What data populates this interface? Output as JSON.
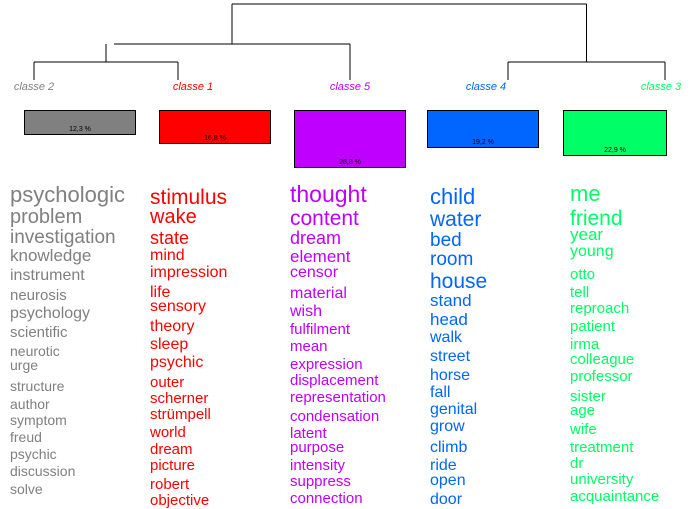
{
  "chart_data": {
    "type": "dendrogram",
    "tree_order": [
      "classe 2",
      "classe 1",
      "classe 5",
      "classe 4",
      "classe 3"
    ],
    "classes": [
      {
        "id": "classe 2",
        "label": "classe  2",
        "percent": 12.3,
        "percent_label": "12,3 %",
        "color": "#808080",
        "words": [
          "psychologic",
          "problem",
          "investigation",
          "knowledge",
          "instrument",
          "neurosis",
          "psychology",
          "scientific",
          "neurotic",
          "urge",
          "structure",
          "author",
          "symptom",
          "freud",
          "psychic",
          "discussion",
          "solve"
        ]
      },
      {
        "id": "classe 1",
        "label": "classe  1",
        "percent": 16.8,
        "percent_label": "16,8 %",
        "color": "#ff0000",
        "words": [
          "stimulus",
          "wake",
          "state",
          "mind",
          "impression",
          "life",
          "sensory",
          "theory",
          "sleep",
          "psychic",
          "outer",
          "scherner",
          "strümpell",
          "world",
          "dream",
          "picture",
          "robert",
          "objective"
        ]
      },
      {
        "id": "classe 5",
        "label": "classe  5",
        "percent": 28.8,
        "percent_label": "28,8 %",
        "color": "#bf00ff",
        "words": [
          "thought",
          "content",
          "dream",
          "element",
          "censor",
          "material",
          "wish",
          "fulfilment",
          "mean",
          "expression",
          "displacement",
          "representation",
          "condensation",
          "latent",
          "purpose",
          "intensity",
          "suppress",
          "connection"
        ]
      },
      {
        "id": "classe 4",
        "label": "classe  4",
        "percent": 19.2,
        "percent_label": "19,2 %",
        "color": "#0066ff",
        "words": [
          "child",
          "water",
          "bed",
          "room",
          "house",
          "stand",
          "head",
          "walk",
          "street",
          "horse",
          "fall",
          "genital",
          "grow",
          "climb",
          "ride",
          "open",
          "door"
        ]
      },
      {
        "id": "classe 3",
        "label": "classe  3",
        "percent": 22.9,
        "percent_label": "22,9 %",
        "color": "#00ff66",
        "words": [
          "me",
          "friend",
          "year",
          "young",
          "otto",
          "tell",
          "reproach",
          "patient",
          "irma",
          "colleague",
          "professor",
          "sister",
          "age",
          "wife",
          "treatment",
          "dr",
          "university",
          "acquaintance"
        ]
      }
    ]
  }
}
